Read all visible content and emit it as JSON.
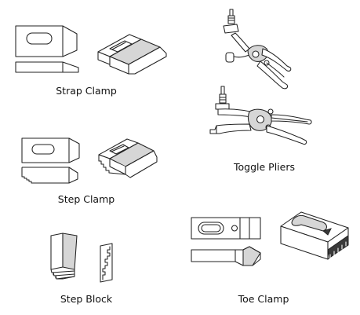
{
  "labels": {
    "strap_clamp": "Strap Clamp",
    "step_clamp": "Step Clamp",
    "step_block": "Step Block",
    "toggle_pliers": "Toggle Pliers",
    "toe_clamp": "Toe Clamp"
  }
}
